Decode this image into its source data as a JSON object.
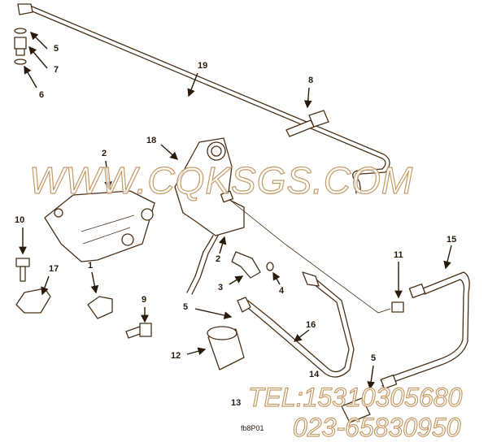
{
  "diagram": {
    "callouts": [
      "5",
      "7",
      "6",
      "19",
      "8",
      "18",
      "2",
      "10",
      "17",
      "1",
      "2",
      "3",
      "4",
      "5",
      "9",
      "12",
      "16",
      "11",
      "15",
      "5",
      "14",
      "13"
    ],
    "part_code": "fb8P01"
  },
  "watermark": {
    "site": "WWW.CQKSGS.COM",
    "tel": "TEL:15310305680",
    "phone2": "023-65830950"
  },
  "colors": {
    "line": "#4a3018",
    "watermark_outline": "#c49a66"
  }
}
